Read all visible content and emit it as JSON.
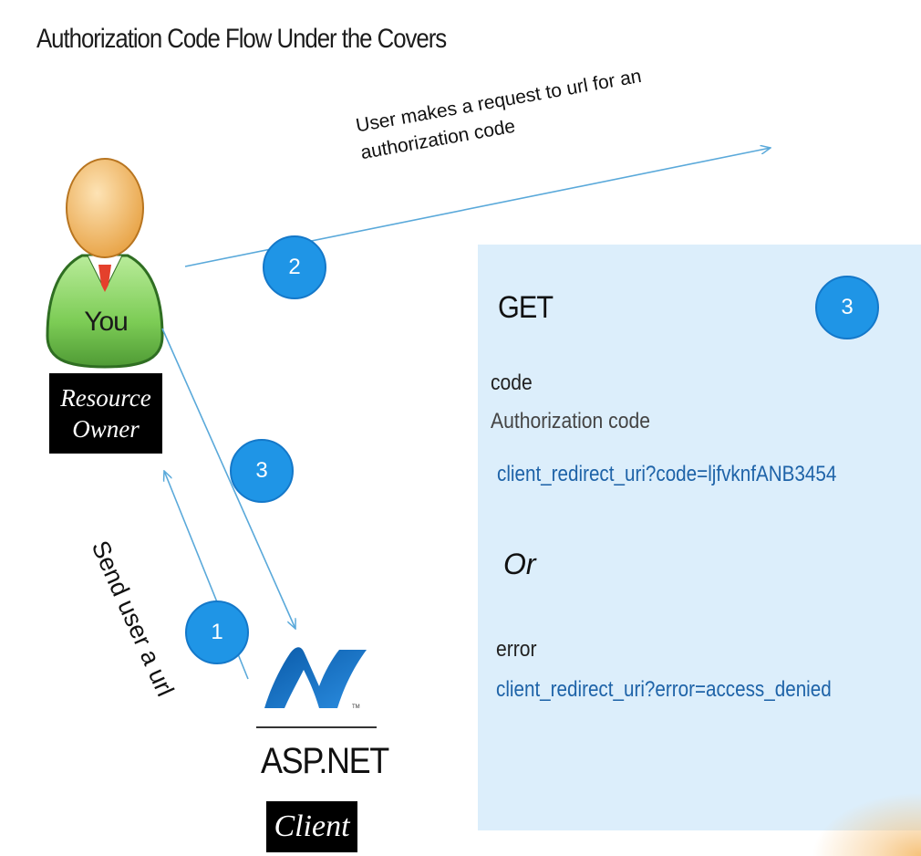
{
  "title": "Authorization Code Flow Under the Covers",
  "actors": {
    "user": {
      "avatar_text": "You",
      "label_line1": "Resource",
      "label_line2": "Owner"
    },
    "client": {
      "platform": "ASP.NET",
      "label": "Client"
    }
  },
  "steps": [
    {
      "number": "1",
      "text": "Send user a url"
    },
    {
      "number": "2",
      "text_line1": "User makes a request to url for an",
      "text_line2": "authorization code"
    },
    {
      "number": "3"
    }
  ],
  "response_panel": {
    "method": "GET",
    "step_number": "3",
    "code_param": "code",
    "code_description": "Authorization code",
    "code_url": "client_redirect_uri?code=ljfvknfANB3454",
    "separator": "Or",
    "error_param": "error",
    "error_url": "client_redirect_uri?error=access_denied"
  },
  "colors": {
    "arrow": "#5aa9da",
    "badge": "#1f95e6",
    "panel": "#dceefb",
    "url_text": "#1e63a8"
  }
}
